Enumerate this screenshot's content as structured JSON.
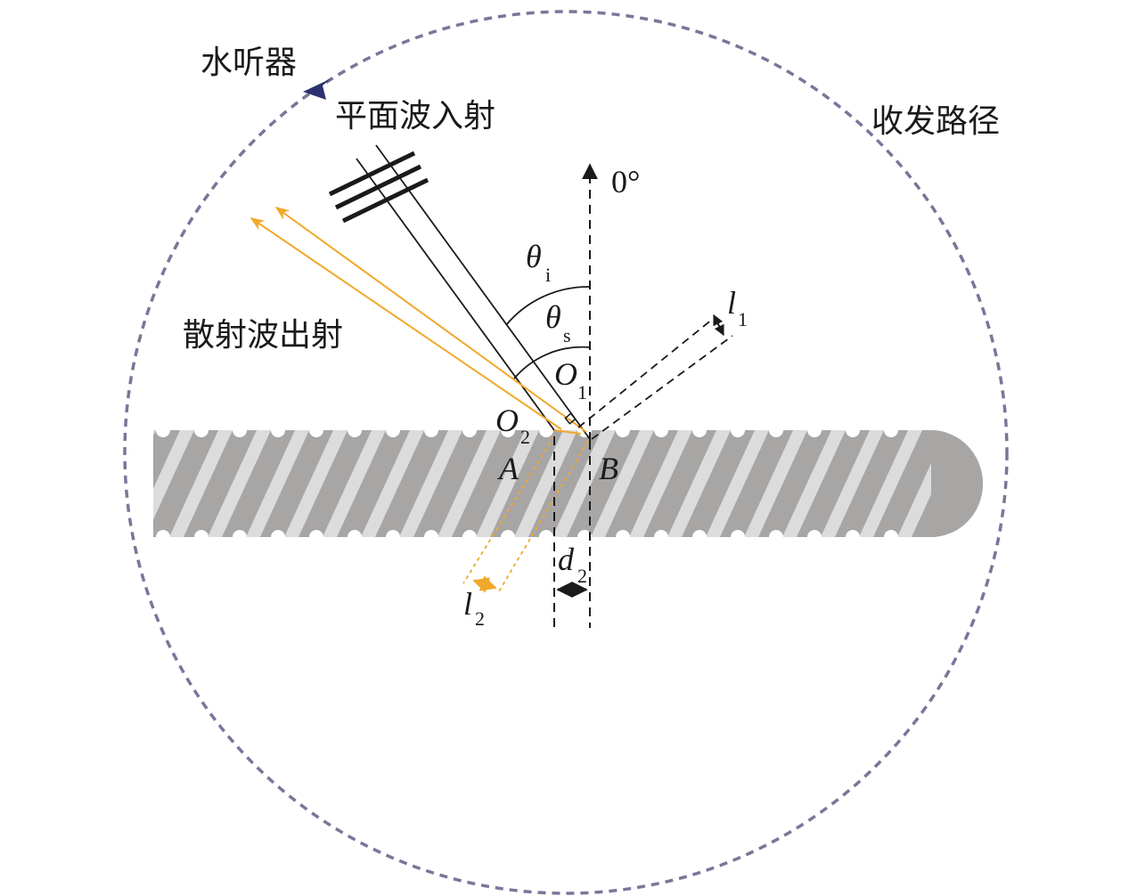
{
  "labels": {
    "hydrophone": "水听器",
    "plane_wave_incident": "平面波入射",
    "tx_rx_path": "收发路径",
    "scattered_wave_exit": "散射波出射",
    "zero_degree": "0°",
    "theta": "θ",
    "theta_i_sub": "i",
    "theta_s_sub": "s",
    "o": "O",
    "o1_sub": "1",
    "o2_sub": "2",
    "point_a": "A",
    "point_b": "B",
    "l": "l",
    "l1_sub": "1",
    "l2_sub": "2",
    "d": "d",
    "d2_sub": "2"
  },
  "colors": {
    "circle": "#7a7699",
    "marker": "#2d3170",
    "rod_dark": "#a8a5a5",
    "rod_light": "#dcdcdc",
    "scatter": "#f0a92a",
    "line": "#1a1a1a"
  }
}
